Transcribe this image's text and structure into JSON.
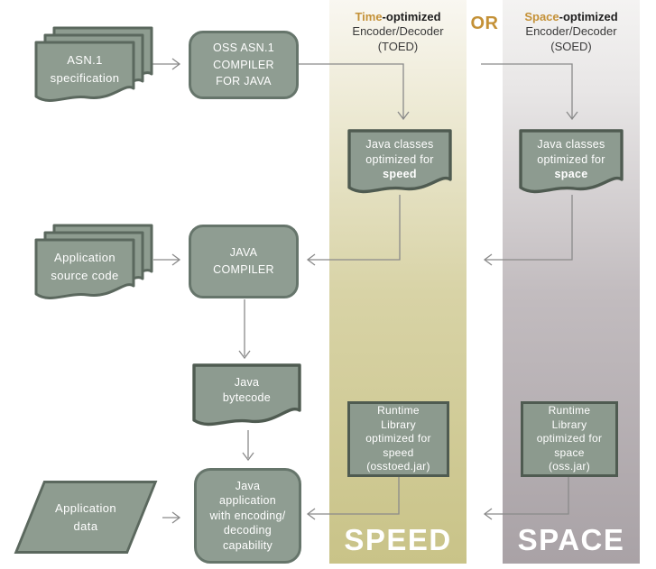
{
  "header": {
    "or": "OR",
    "speed": {
      "accent": "Time",
      "rest": "-optimized",
      "line2": "Encoder/Decoder",
      "line3": "(TOED)"
    },
    "space": {
      "accent": "Space",
      "rest": "-optimized",
      "line2": "Encoder/Decoder",
      "line3": "(SOED)"
    }
  },
  "watermarks": {
    "speed": "SPEED",
    "space": "SPACE"
  },
  "colors": {
    "node_fill": "#8f9d92",
    "node_border": "#66756b",
    "band_box_border": "#4f5b51",
    "accent_gold": "#c49137",
    "arrow": "#8a8a8a",
    "speed_band_bottom": "#c9c388",
    "space_band_bottom": "#a9a2a6",
    "text_on_node": "#ffffff"
  },
  "nodes": {
    "asn1_spec": {
      "lines": [
        "ASN.1",
        "specification"
      ]
    },
    "oss_compiler": {
      "lines": [
        "OSS ASN.1",
        "COMPILER",
        "FOR JAVA"
      ]
    },
    "java_classes_speed": {
      "line1": "Java classes",
      "line2": "optimized for",
      "emphasis": "speed"
    },
    "java_classes_space": {
      "line1": "Java classes",
      "line2": "optimized for",
      "emphasis": "space"
    },
    "app_source": {
      "lines": [
        "Application",
        "source code"
      ]
    },
    "java_compiler": {
      "lines": [
        "JAVA",
        "COMPILER"
      ]
    },
    "java_bytecode": {
      "lines": [
        "Java",
        "bytecode"
      ]
    },
    "runtime_speed": {
      "lines": [
        "Runtime",
        "Library",
        "optimized for",
        "speed",
        "(osstoed.jar)"
      ]
    },
    "runtime_space": {
      "lines": [
        "Runtime",
        "Library",
        "optimized for",
        "space",
        "(oss.jar)"
      ]
    },
    "app_data": {
      "lines": [
        "Application",
        "data"
      ]
    },
    "java_app": {
      "lines": [
        "Java",
        "application",
        "with encoding/",
        "decoding",
        "capability"
      ]
    }
  }
}
